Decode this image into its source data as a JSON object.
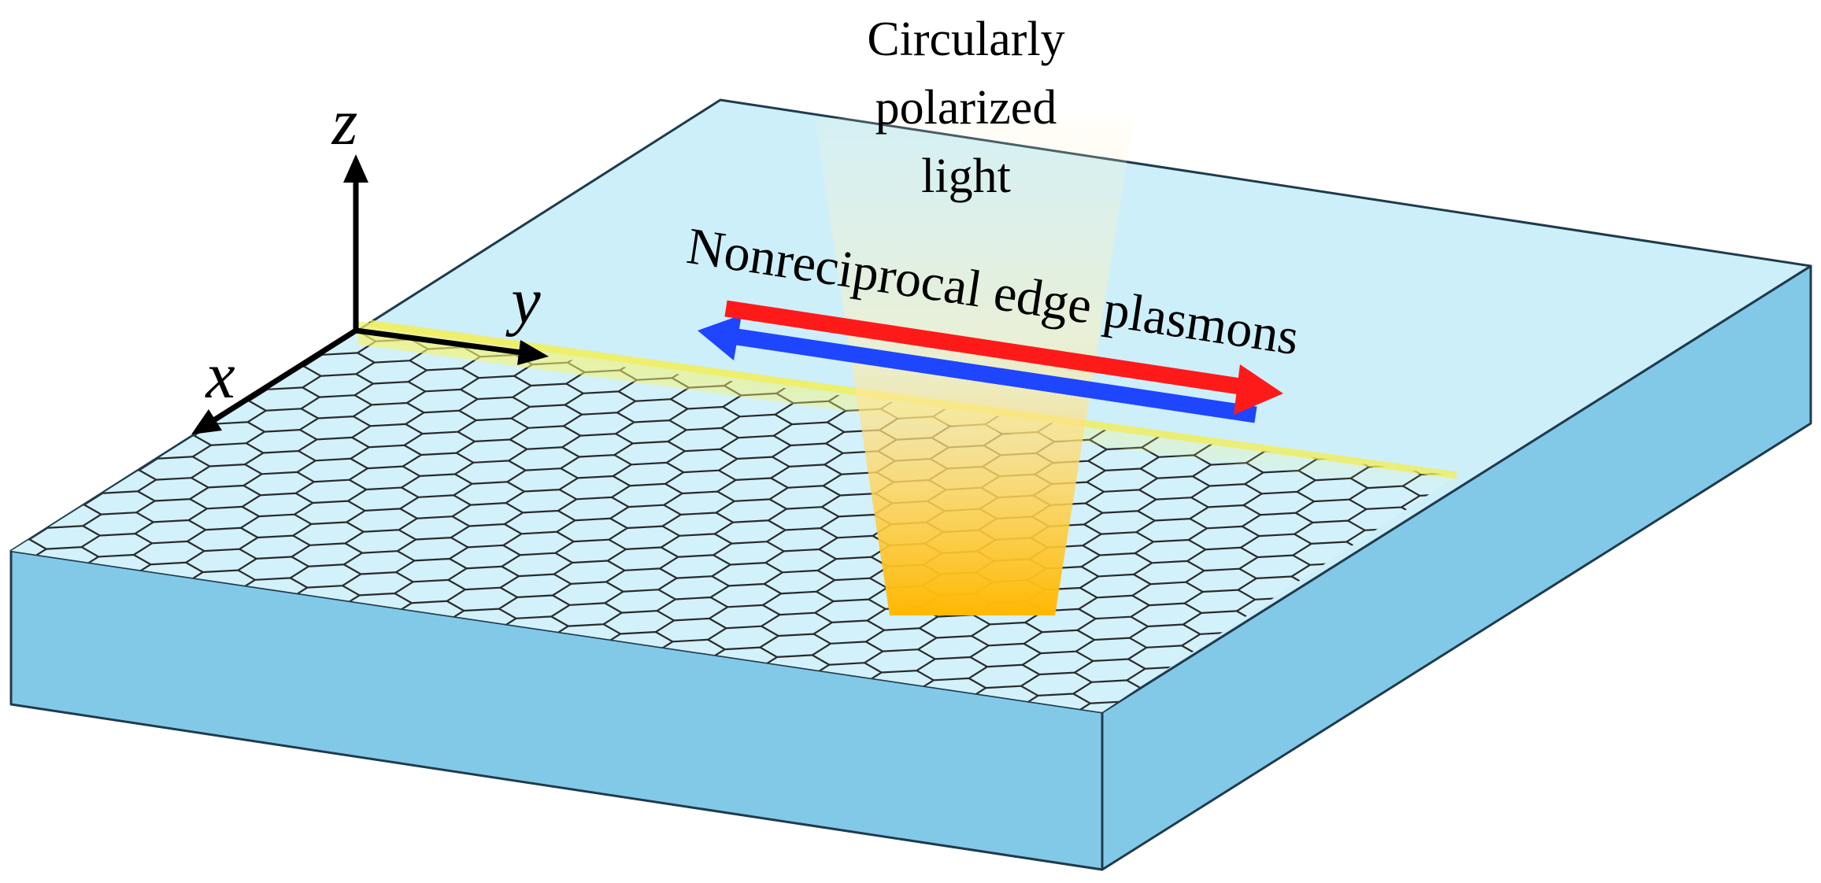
{
  "labels": {
    "light_line1": "Circularly",
    "light_line2": "polarized",
    "light_line3": "light",
    "edge_plasmons": "Nonreciprocal edge plasmons"
  },
  "axes": {
    "x": "x",
    "y": "y",
    "z": "z"
  },
  "colors": {
    "slab_top": "#cdeffa",
    "slab_side": "#82c9e8",
    "slab_edge": "#1f3b4d",
    "edge_glow": "#f4f27a",
    "light_beam": "#ffb800",
    "forward_arrow": "#ff1a1a",
    "backward_arrow": "#1e46ff",
    "lattice": "#2a2a2a"
  }
}
